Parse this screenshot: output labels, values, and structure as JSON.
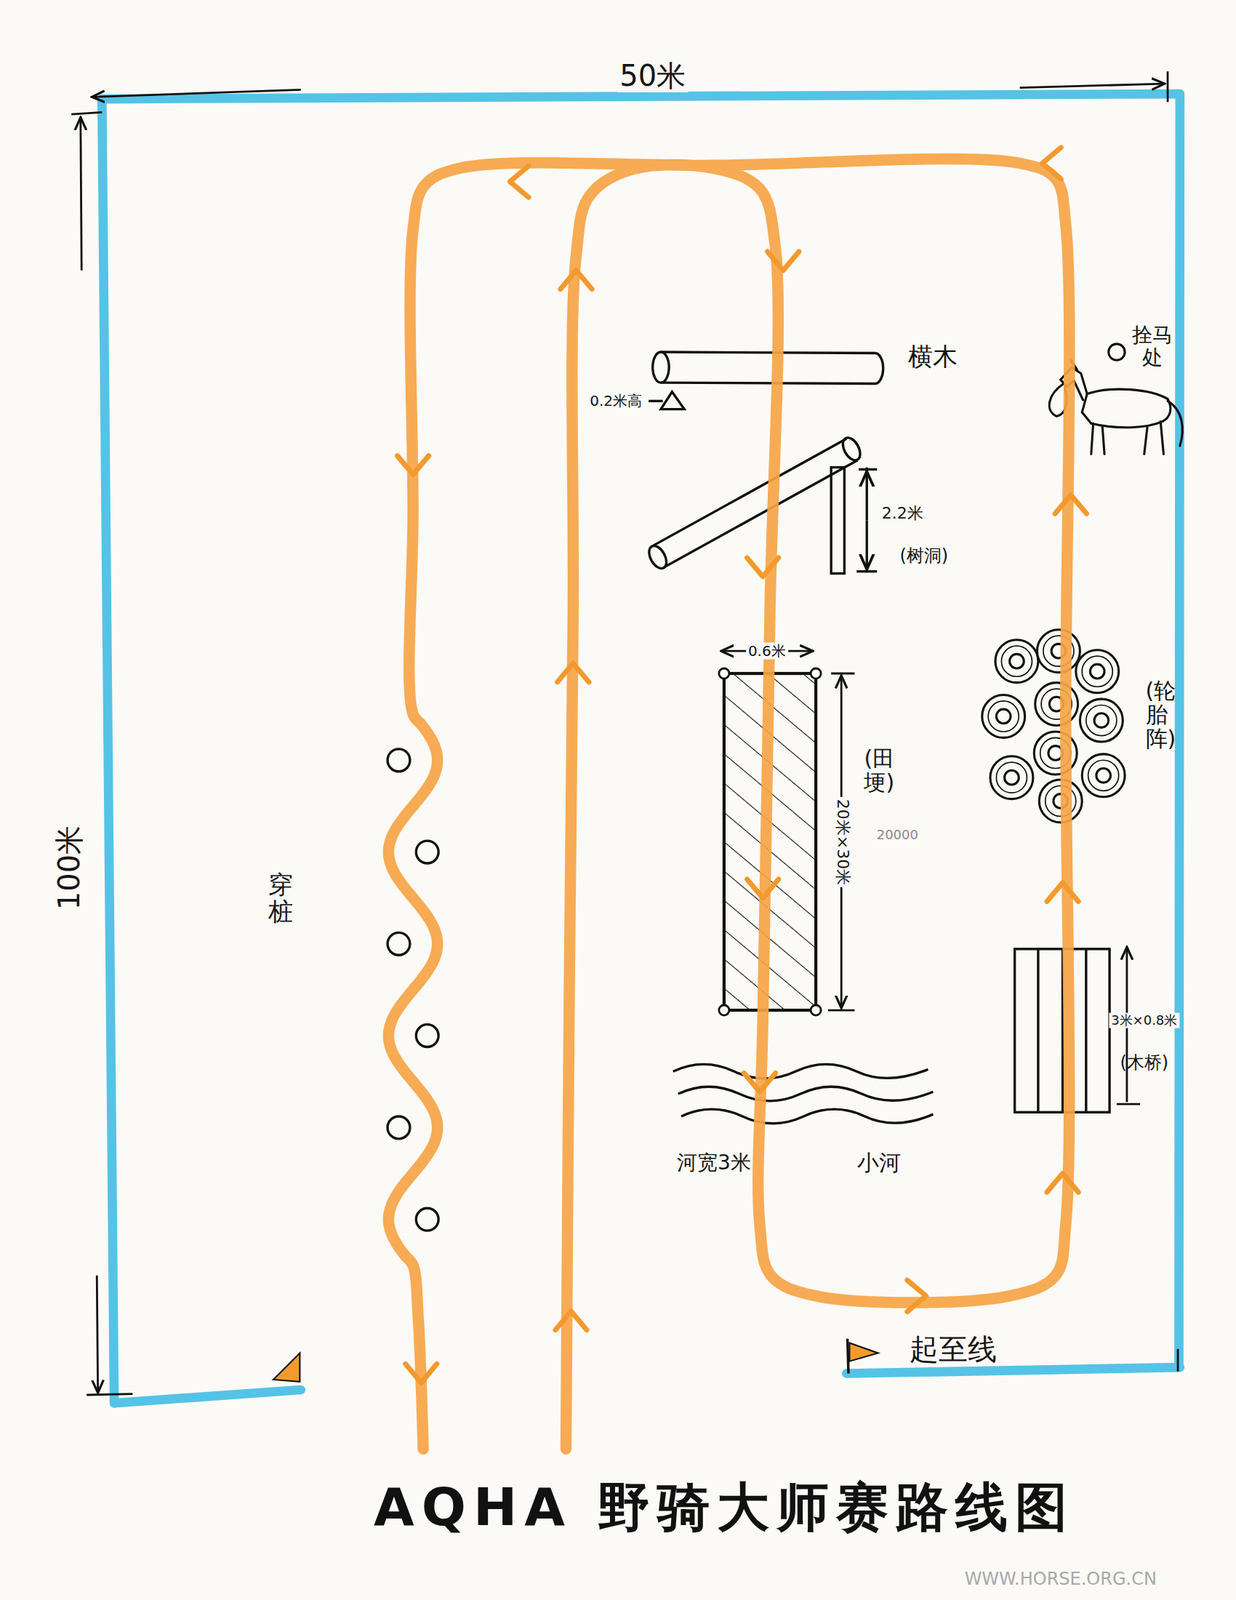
{
  "diagram": {
    "title": "AQHA 野骑大师赛路线图",
    "labels": [
      "50米",
      "100米",
      "横木",
      "0.2米高",
      "2.2米",
      "(树洞)",
      "0.6米",
      "20米×30米",
      "(田埂)",
      "20000",
      "河宽3米",
      "小河",
      "拴马处",
      "(轮胎阵)",
      "3米×0.8米",
      "(木桥)",
      "穿桩",
      "起至线",
      "WWW.HORSE.ORG.CN"
    ]
  }
}
